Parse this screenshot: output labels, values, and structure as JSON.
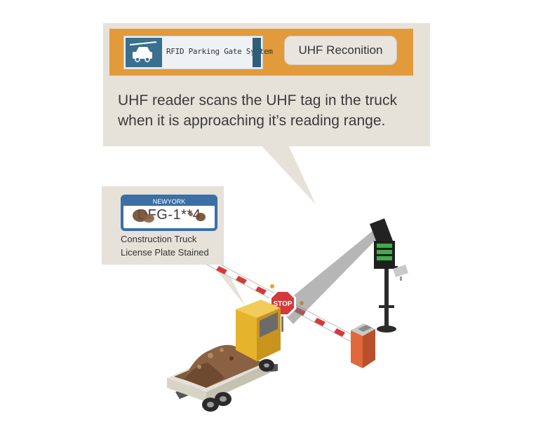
{
  "header": {
    "sign_text": "RFID Parking Gate System",
    "badge_label": "UHF Reconition"
  },
  "description": {
    "line1": "UHF reader scans the UHF tag in the truck",
    "line2": "when it is approaching it’s reading range."
  },
  "plate": {
    "state": "NEWYORK",
    "number": "DFG-1**4",
    "caption_line1": "Construction Truck",
    "caption_line2": "License Plate Stained"
  },
  "stop_sign": {
    "label": "STOP"
  },
  "colors": {
    "callout_bg": "#e6e1d9",
    "header_band": "#e39a3a",
    "plate_blue": "#3b6fa6",
    "truck_cab": "#e6b42c",
    "gate_post": "#e0683a",
    "stop_red": "#d43a3a"
  }
}
